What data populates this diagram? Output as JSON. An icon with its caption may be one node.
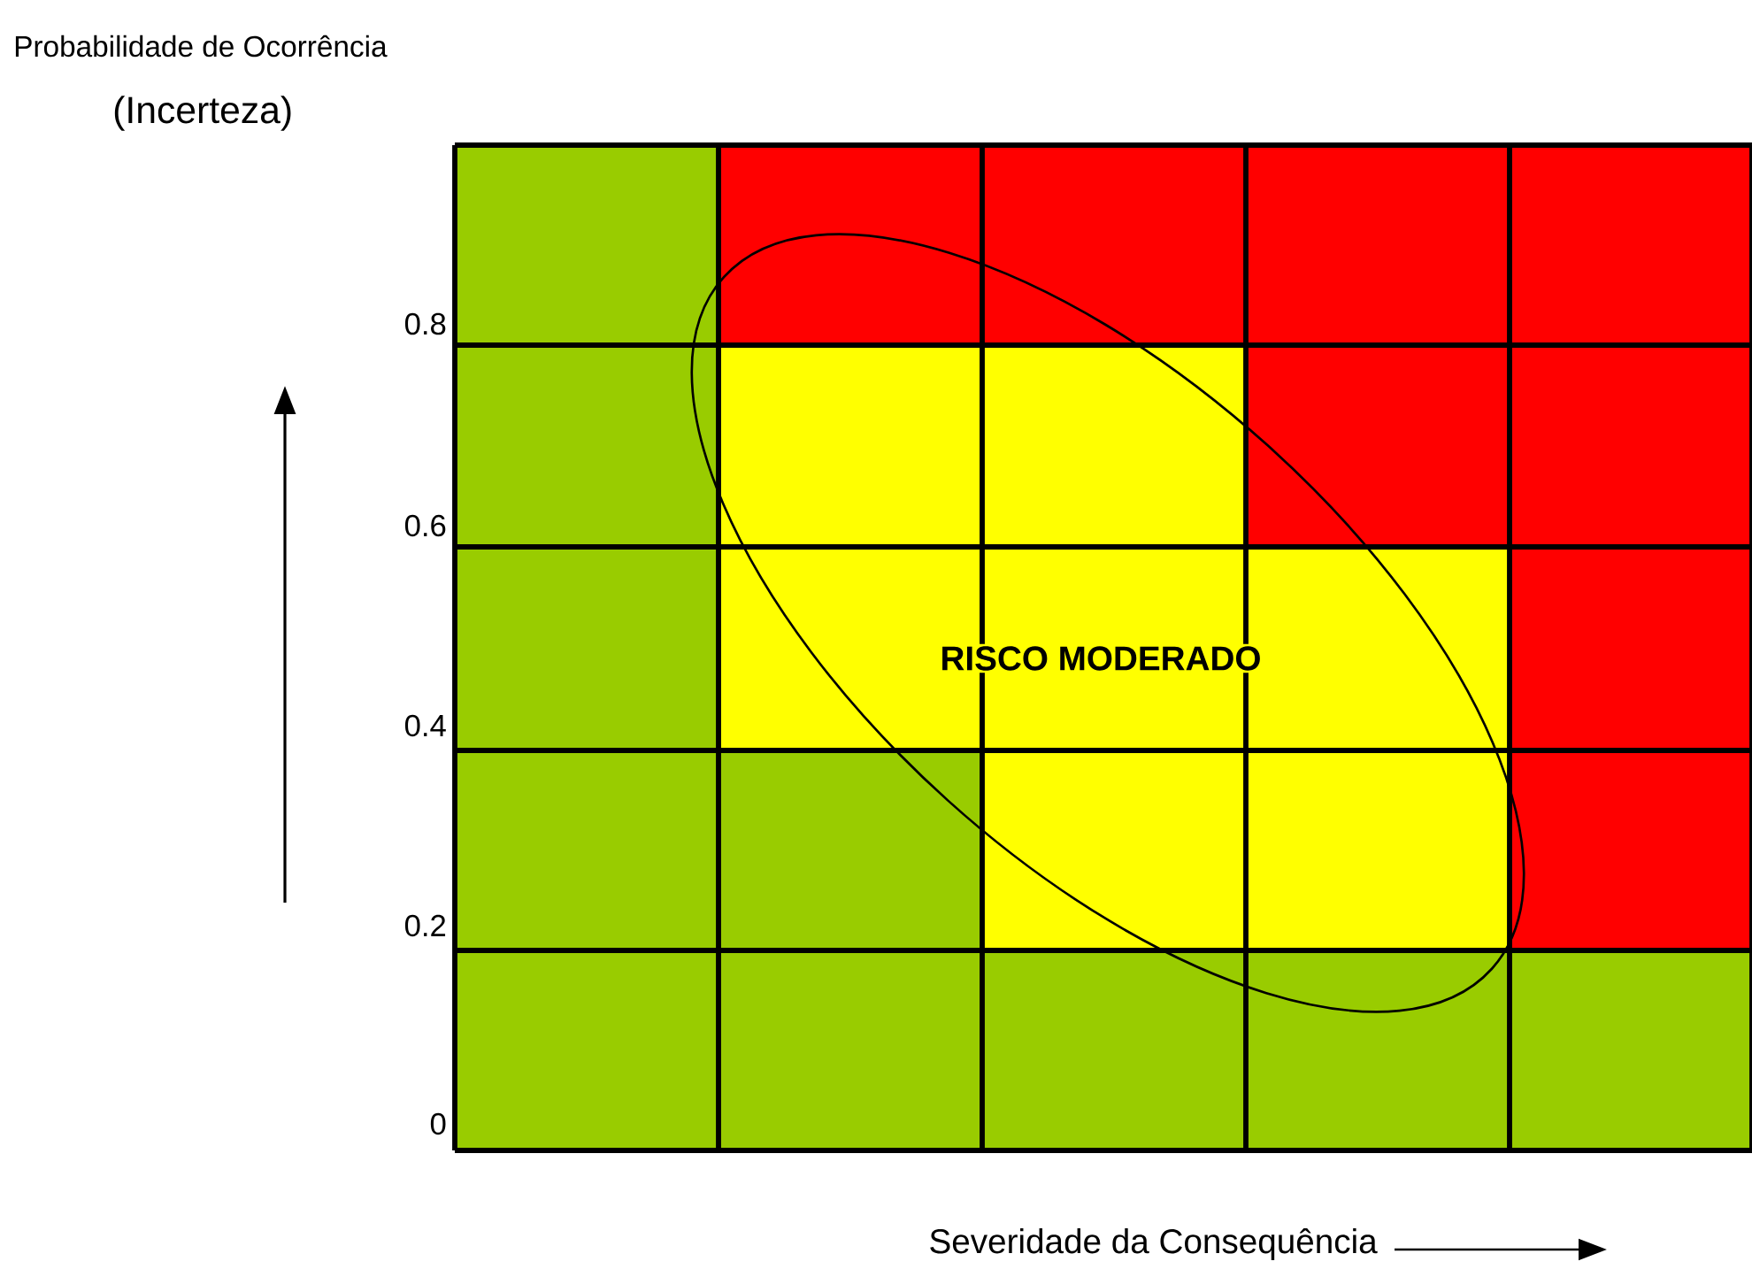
{
  "diagram": {
    "nodes": [
      {
        "text": [
          "RISCO MODERADO"
        ]
      }
    ],
    "labels": [
      "Probabilidade de Ocorrência",
      "(Incerteza)",
      "0.8",
      "0.6",
      "0.4",
      "0.2",
      "0",
      "Severidade da Consequência"
    ]
  }
}
